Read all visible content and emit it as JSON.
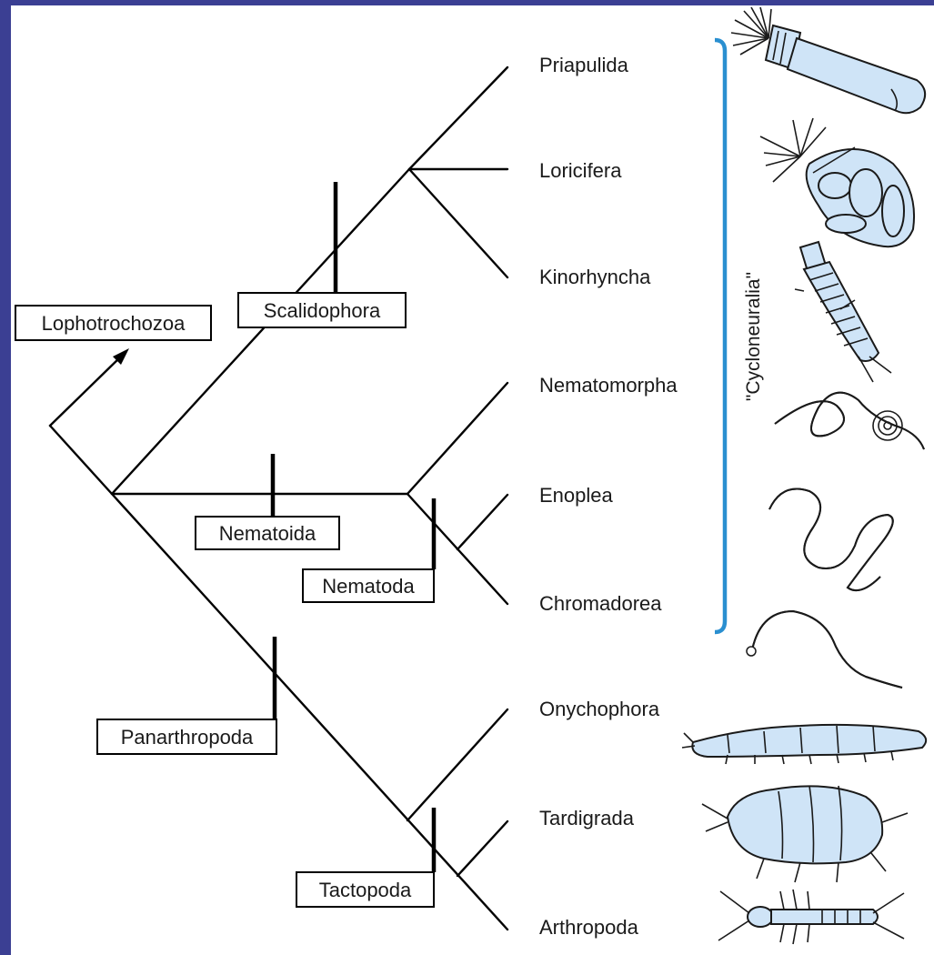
{
  "taxa": [
    "Priapulida",
    "Loricifera",
    "Kinorhyncha",
    "Nematomorpha",
    "Enoplea",
    "Chromadorea",
    "Onychophora",
    "Tardigrada",
    "Arthropoda"
  ],
  "clades": {
    "lophotrochozoa": "Lophotrochozoa",
    "scalidophora": "Scalidophora",
    "nematoida": "Nematoida",
    "nematoda": "Nematoda",
    "panarthropoda": "Panarthropoda",
    "tactopoda": "Tactopoda"
  },
  "bracket_label": "\"Cycloneuralia\"",
  "colors": {
    "background_frame": "#3b3f93",
    "bracket": "#2a8fd0",
    "animal_fill": "#cfe4f7"
  },
  "icons": [
    "priapulid-icon",
    "loriciferan-icon",
    "kinorhynch-icon",
    "nematomorph-icon",
    "enoplean-worm-icon",
    "chromadorean-worm-icon",
    "onychophoran-icon",
    "tardigrade-icon",
    "arthropod-icon"
  ]
}
